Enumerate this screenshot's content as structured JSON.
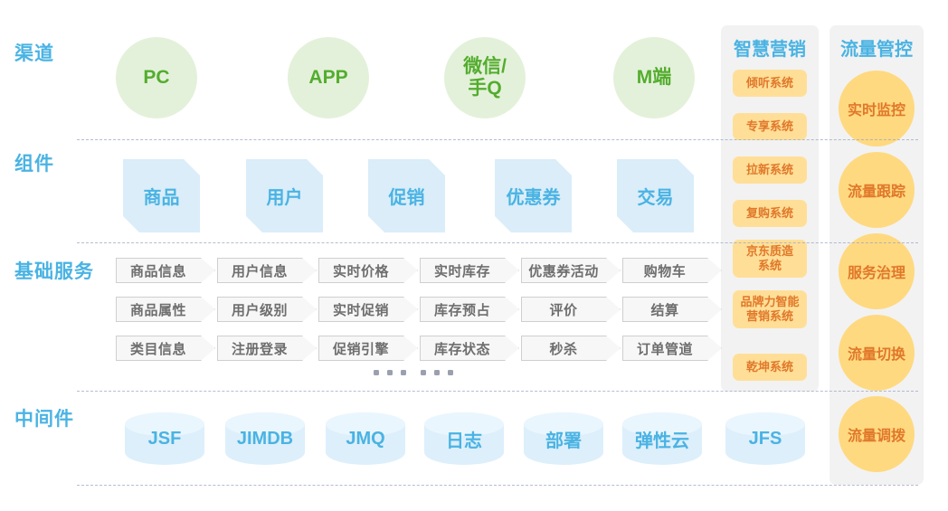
{
  "rows": [
    {
      "key": "channel",
      "label": "渠道"
    },
    {
      "key": "component",
      "label": "组件"
    },
    {
      "key": "service",
      "label": "基础服务"
    },
    {
      "key": "middleware",
      "label": "中间件"
    }
  ],
  "channel": {
    "label": "渠道",
    "items": [
      {
        "name": "pc",
        "label": "PC"
      },
      {
        "name": "app",
        "label": "APP"
      },
      {
        "name": "wechat",
        "label": "微信/\n手Q",
        "line1": "微信/",
        "line2": "手Q"
      },
      {
        "name": "mobile",
        "label": "M端"
      }
    ]
  },
  "component": {
    "label": "组件",
    "items": [
      {
        "name": "product",
        "label": "商品"
      },
      {
        "name": "user",
        "label": "用户"
      },
      {
        "name": "promotion",
        "label": "促销"
      },
      {
        "name": "coupon",
        "label": "优惠券"
      },
      {
        "name": "trade",
        "label": "交易"
      }
    ]
  },
  "service": {
    "label": "基础服务",
    "columns": [
      {
        "name": "product-col",
        "cells": [
          "商品信息",
          "商品属性",
          "类目信息"
        ]
      },
      {
        "name": "user-col",
        "cells": [
          "用户信息",
          "用户级别",
          "注册登录"
        ]
      },
      {
        "name": "price-col",
        "cells": [
          "实时价格",
          "实时促销",
          "促销引擎"
        ]
      },
      {
        "name": "stock-col",
        "cells": [
          "实时库存",
          "库存预占",
          "库存状态"
        ]
      },
      {
        "name": "coupon-col",
        "cells": [
          "优惠券活动",
          "评价",
          "秒杀"
        ]
      },
      {
        "name": "cart-col",
        "cells": [
          "购物车",
          "结算",
          "订单管道"
        ]
      }
    ],
    "ellipsis_groups": 2,
    "ellipsis_dots_per_group": 3
  },
  "middleware": {
    "label": "中间件",
    "items": [
      {
        "name": "jsf",
        "label": "JSF"
      },
      {
        "name": "jimdb",
        "label": "JIMDB"
      },
      {
        "name": "jmq",
        "label": "JMQ"
      },
      {
        "name": "log",
        "label": "日志"
      },
      {
        "name": "deploy",
        "label": "部署"
      },
      {
        "name": "elastic",
        "label": "弹性云"
      },
      {
        "name": "jfs",
        "label": "JFS"
      }
    ]
  },
  "smart_marketing": {
    "title": "智慧营销",
    "chips": [
      {
        "name": "qingting",
        "label": "倾听系统"
      },
      {
        "name": "zhuanxiang",
        "label": "专享系统"
      },
      {
        "name": "laxin",
        "label": "拉新系统"
      },
      {
        "name": "fugou",
        "label": "复购系统"
      },
      {
        "name": "jd-zhizao",
        "label": "京东质造\n系统",
        "line1": "京东质造",
        "line2": "系统"
      },
      {
        "name": "brand-marketing",
        "label": "品牌力智能\n营销系统",
        "line1": "品牌力智能",
        "line2": "营销系统"
      },
      {
        "name": "qiankun",
        "label": "乾坤系统"
      }
    ]
  },
  "traffic_control": {
    "title": "流量管控",
    "circles": [
      {
        "name": "realtime-monitor",
        "label": "实时监控"
      },
      {
        "name": "traffic-trace",
        "label": "流量跟踪"
      },
      {
        "name": "service-governance",
        "label": "服务治理"
      },
      {
        "name": "traffic-switch",
        "label": "流量切换"
      },
      {
        "name": "traffic-dispatch",
        "label": "流量调拨"
      }
    ]
  },
  "colors": {
    "label_blue": "#4ab3e3",
    "channel_green_bg": "#e4f1da",
    "channel_green_text": "#53ad2e",
    "component_blue_bg": "#daedf9",
    "service_gray_bg": "#f7f7f7",
    "service_gray_text": "#6e6e6e",
    "panel_bg": "#f2f2f2",
    "chip_bg": "#ffdf97",
    "chip_text": "#e0782a",
    "circle_orange_bg": "#ffd980",
    "cylinder_bg": "#ddeffb"
  }
}
